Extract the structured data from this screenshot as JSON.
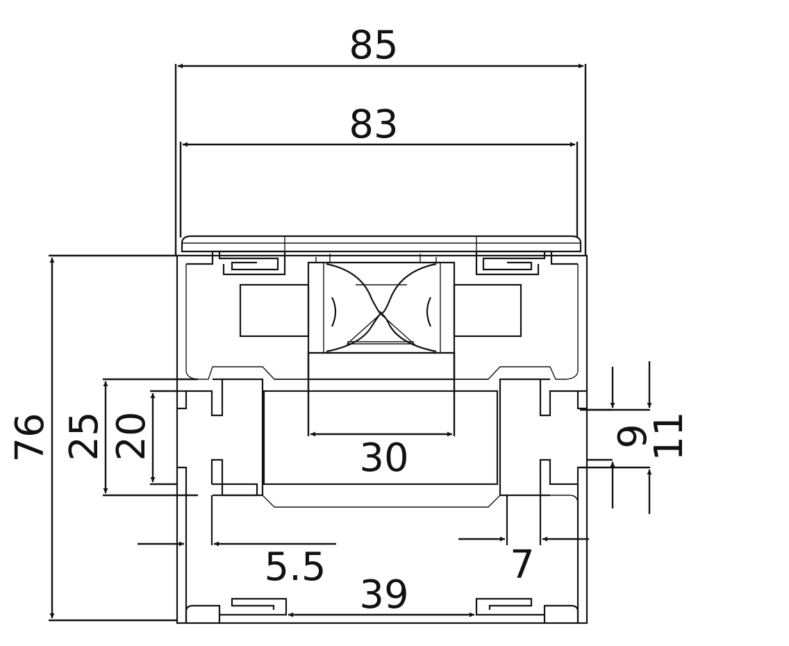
{
  "dimensions": {
    "overall_width": "85",
    "inner_width": "83",
    "height": "76",
    "outer_slot": "25",
    "inner_slot": "20",
    "chamber_width": "30",
    "wall_offset": "5.5",
    "right_wall": "7",
    "bottom_span": "39",
    "gap_small": "9",
    "gap_large": "11"
  },
  "colors": {
    "line": "#111111",
    "background": "#ffffff"
  }
}
